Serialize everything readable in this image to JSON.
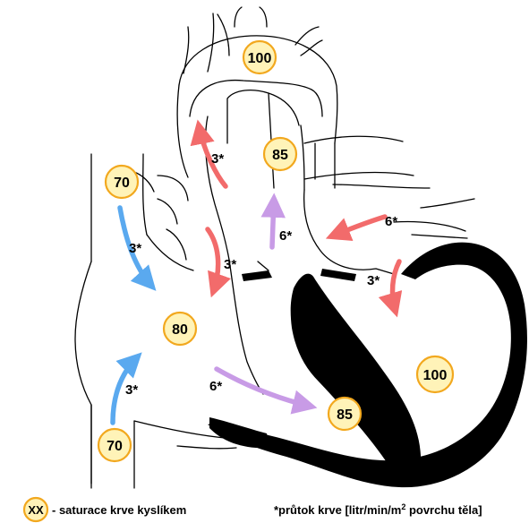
{
  "colors": {
    "oxygenated_arrow": "#f26b6b",
    "deoxygenated_arrow": "#5aa9ef",
    "mixed_arrow": "#c89be6",
    "saturation_circle_fill": "#fff3b8",
    "saturation_circle_border": "#f2a81e",
    "muscle": "#000000"
  },
  "saturation_values": {
    "aorta": "100",
    "pulmonary_artery": "85",
    "superior_vena_cava": "70",
    "right_atrium": "80",
    "inferior_vena_cava": "70",
    "right_ventricle": "85",
    "left_ventricle": "100"
  },
  "flow_values": {
    "aorta_outflow": "3*",
    "pulmonary_veins_inflow": "6*",
    "superior_vena_cava_inflow": "3*",
    "left_atrium_to_right_atrium": "3*",
    "right_ventricle_to_pulmonary_artery": "6*",
    "left_atrium_to_left_ventricle": "3*",
    "inferior_vena_cava_inflow": "3*",
    "right_atrium_to_right_ventricle": "6*"
  },
  "legend": {
    "symbol": "XX",
    "saturation_label": "- saturace krve kyslíkem",
    "flow_label_prefix": "*průtok krve [litr/min/m",
    "flow_label_superscript": "2",
    "flow_label_suffix": " povrchu těla]"
  }
}
